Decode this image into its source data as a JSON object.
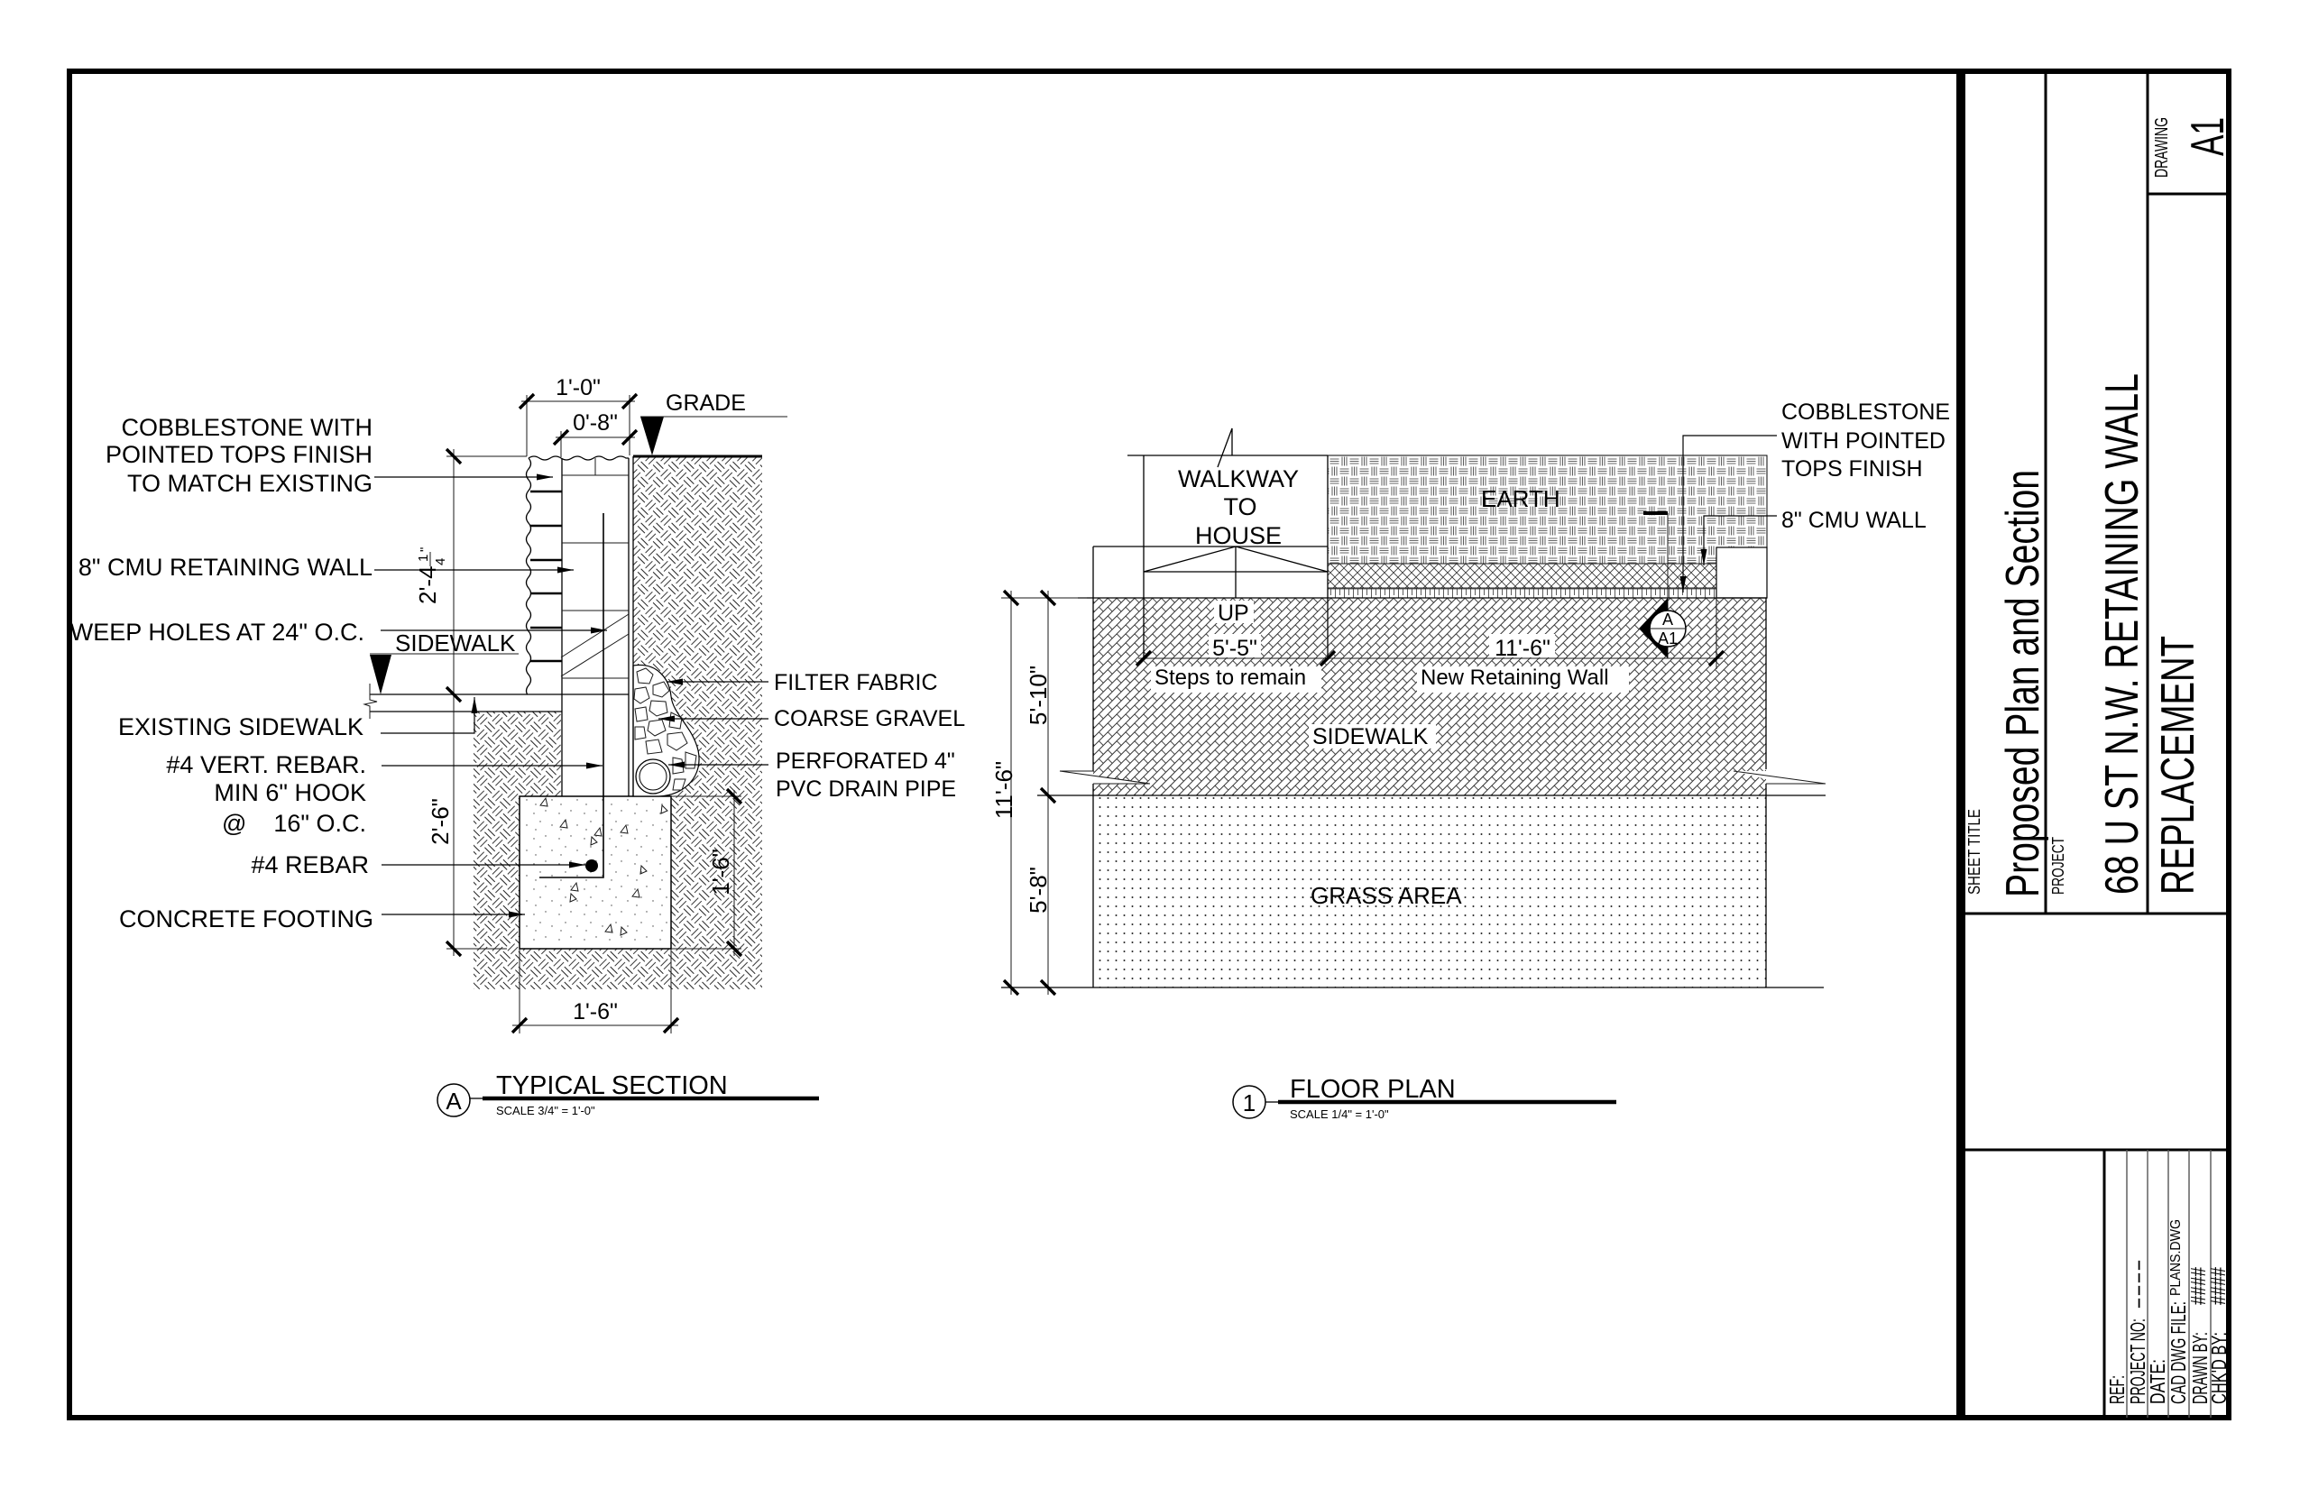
{
  "sheet": {
    "title_block": {
      "sheet_title_label": "SHEET TITLE",
      "sheet_title": "Proposed Plan and Section",
      "project_label": "PROJECT",
      "project_name_line1": "68 U ST N.W. RETAINING WALL",
      "project_name_line2": "REPLACEMENT",
      "drawing_label": "DRAWING",
      "drawing_number": "A1",
      "fields": {
        "ref": {
          "label": "REF:",
          "value": ""
        },
        "project_no": {
          "label": "PROJECT NO:",
          "value": "----"
        },
        "date": {
          "label": "DATE:",
          "value": ""
        },
        "cad_dwg_file": {
          "label": "CAD DWG FILE:",
          "value": "PLANS.DWG"
        },
        "drawn_by": {
          "label": "DRAWN BY:",
          "value": "####"
        },
        "checked_by": {
          "label": "CHK'D BY:",
          "value": "####"
        }
      }
    }
  },
  "typical_section": {
    "heading": {
      "marker": "A",
      "title": "TYPICAL SECTION",
      "scale": "SCALE 3/4\" = 1'-0\""
    },
    "callouts": {
      "cobblestone": [
        "COBBLESTONE WITH",
        "POINTED TOPS FINISH",
        "TO MATCH EXISTING"
      ],
      "cmu_wall": "8\" CMU RETAINING WALL",
      "weep_holes": "WEEP HOLES AT 24\" O.C.",
      "sidewalk": "SIDEWALK",
      "existing_sidewalk": "EXISTING SIDEWALK",
      "vert_rebar": [
        "#4 VERT. REBAR.",
        "MIN 6\" HOOK",
        "@    16\" O.C."
      ],
      "rebar": "#4 REBAR",
      "footing": "CONCRETE FOOTING",
      "grade": "GRADE",
      "filter_fabric": "FILTER FABRIC",
      "coarse_gravel": "COARSE GRAVEL",
      "drain_pipe": [
        "PERFORATED 4\"",
        "PVC DRAIN PIPE"
      ]
    },
    "dimensions": {
      "wall_width": "1'-0\"",
      "cmu_width": "0'-8\"",
      "wall_height_above_sidewalk": {
        "whole": "2'-4",
        "numerator": "1",
        "denominator": "4",
        "unit": "\""
      },
      "wall_height_below_sidewalk": "2'-6\"",
      "footing_height": "1'-6\"",
      "footing_width": "1'-6\""
    }
  },
  "floor_plan": {
    "heading": {
      "marker": "1",
      "title": "FLOOR PLAN",
      "scale": "SCALE 1/4\" = 1'-0\""
    },
    "labels": {
      "walkway": [
        "WALKWAY",
        "TO",
        "HOUSE"
      ],
      "earth": "EARTH",
      "up": "UP",
      "steps": "Steps to remain",
      "new_wall": "New Retaining Wall",
      "sidewalk": "SIDEWALK",
      "grass": "GRASS AREA"
    },
    "callouts": {
      "cobblestone": [
        "COBBLESTONE",
        "WITH POINTED",
        "TOPS FINISH"
      ],
      "cmu_wall": "8\" CMU WALL"
    },
    "section_marker": {
      "detail": "A",
      "sheet": "A1"
    },
    "dimensions": {
      "steps_width": "5'-5\"",
      "wall_length": "11'-6\"",
      "overall_depth": "11'-6\"",
      "sidewalk_depth": "5'-10\"",
      "grass_depth": "5'-8\""
    }
  }
}
